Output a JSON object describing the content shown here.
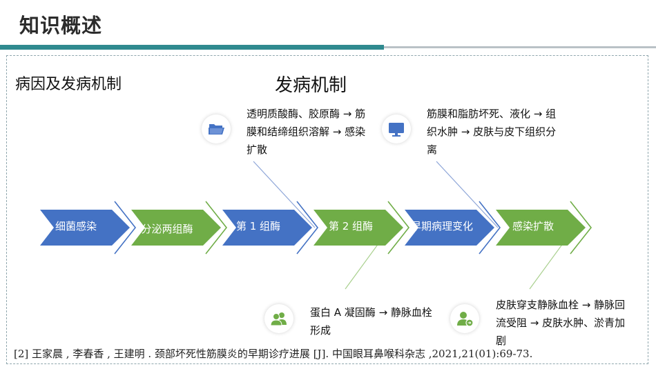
{
  "page": {
    "title": "知识概述"
  },
  "section_title": "病因及发病机制",
  "diagram": {
    "title": "发病机制",
    "stages": [
      {
        "label": "细菌感染",
        "color": "#4472c4"
      },
      {
        "label": "分泌两组酶",
        "color": "#70ad47"
      },
      {
        "label": "第 1 组酶",
        "color": "#4472c4"
      },
      {
        "label": "第 2 组酶",
        "color": "#70ad47"
      },
      {
        "label": "早期病理变化",
        "color": "#4472c4"
      },
      {
        "label": "感染扩散",
        "color": "#70ad47"
      }
    ],
    "descriptions": [
      {
        "text": "透明质酸酶、胶原酶 → 筋膜和结缔组织溶解 → 感染扩散",
        "icon": "folder-icon"
      },
      {
        "text": "筋膜和脂肪坏死、液化 → 组织水肿 → 皮肤与皮下组织分离",
        "icon": "monitor-icon"
      },
      {
        "text": "蛋白 A 凝固酶 → 静脉血栓形成",
        "icon": "users-icon"
      },
      {
        "text": "皮肤穿支静脉血栓 → 静脉回流受阻 → 皮肤水肿、淤青加剧",
        "icon": "user-transfer-icon"
      }
    ]
  },
  "citation": "[2] 王家晨 , 李春香 , 王建明 . 颈部坏死性筋膜炎的早期诊疗进展 [J]. 中国眼耳鼻喉科杂志 ,2021,21(01):69-73.",
  "colors": {
    "blue": "#4472c4",
    "green": "#70ad47",
    "teal": "#2f8a8f"
  }
}
